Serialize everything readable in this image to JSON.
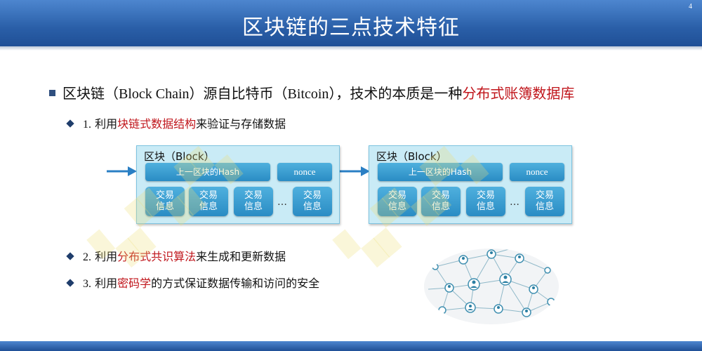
{
  "page": {
    "title": "区块链的三点技术特征",
    "number": "4"
  },
  "main_bullet": {
    "prefix": "区块链（",
    "en1": "Block Chain",
    "mid": "）源自比特币（",
    "en2": "Bitcoin",
    "mid2": "），技术的本质是一种",
    "highlight": "分布式账簿数据库"
  },
  "sub_bullets": [
    {
      "num": "1.",
      "prefix": "利用",
      "highlight": "块链式数据结构",
      "suffix": "来验证与存储数据"
    },
    {
      "num": "2.",
      "prefix": "利用",
      "highlight": "分布式共识算法",
      "suffix": "来生成和更新数据"
    },
    {
      "num": "3.",
      "prefix": "利用",
      "highlight": "密码学",
      "suffix": "的方式保证数据传输和访问的安全"
    }
  ],
  "diagram": {
    "blocks": [
      {
        "label": "区块（Block）",
        "prev_hash": "上一区块的Hash",
        "nonce": "nonce",
        "tx": [
          [
            "交易",
            "信息"
          ],
          [
            "交易",
            "信息"
          ],
          [
            "交易",
            "信息"
          ],
          [
            "交易",
            "信息"
          ]
        ],
        "ellipsis": "…"
      },
      {
        "label": "区块（Block）",
        "prev_hash": "上一区块的Hash",
        "nonce": "nonce",
        "tx": [
          [
            "交易",
            "信息"
          ],
          [
            "交易",
            "信息"
          ],
          [
            "交易",
            "信息"
          ],
          [
            "交易",
            "信息"
          ]
        ],
        "ellipsis": "…"
      }
    ]
  },
  "colors": {
    "accent_red": "#c0151b",
    "header_blue": "#2a5fa8",
    "block_fill": "#c9ebf6",
    "pill_blue": "#2a8cc4"
  },
  "icons": {
    "network": "network-graph-icon",
    "user_node": "user-node-icon"
  }
}
